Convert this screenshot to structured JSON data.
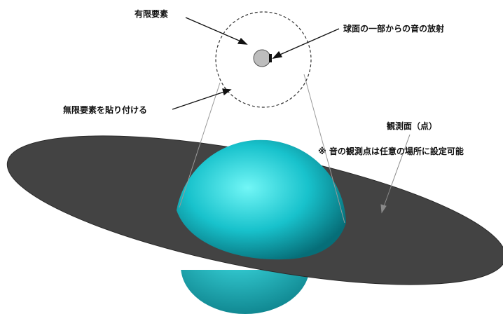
{
  "labels": {
    "finite_element": "有限要素",
    "partial_sphere_radiation": "球面の一部からの音の放射",
    "infinite_element": "無限要素を貼り付ける",
    "observation_plane": "観測面（点）",
    "note": "※ 音の観測点は任意の場所に設定可能"
  },
  "colors": {
    "sphere_light": "#5ff0f0",
    "sphere_mid": "#10b8c4",
    "sphere_dark": "#06707a",
    "plane": "#424242",
    "plane_edge": "#2c2c2c",
    "small_sphere": "#bdbdbd",
    "radiator": "#111111",
    "line": "#222222"
  }
}
